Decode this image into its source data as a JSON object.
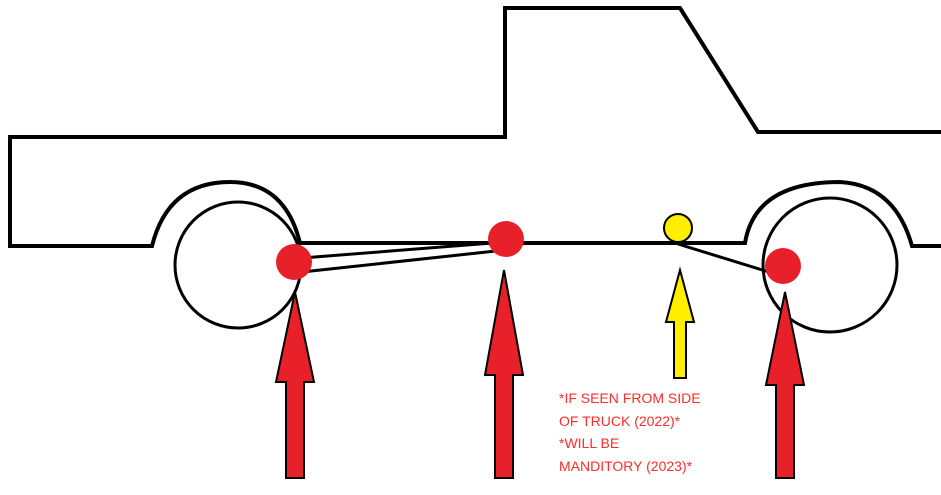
{
  "colors": {
    "outline": "#000000",
    "red_point": "#e8202a",
    "red_arrow": "#e8202a",
    "yellow_point": "#ffee00",
    "yellow_arrow": "#ffee00",
    "note_text": "#ff2b2b"
  },
  "notes": {
    "line1": "*IF SEEN FROM SIDE",
    "line2": "OF TRUCK (2022)*",
    "line3": "*WILL BE",
    "line4": "MANDITORY (2023)*"
  }
}
